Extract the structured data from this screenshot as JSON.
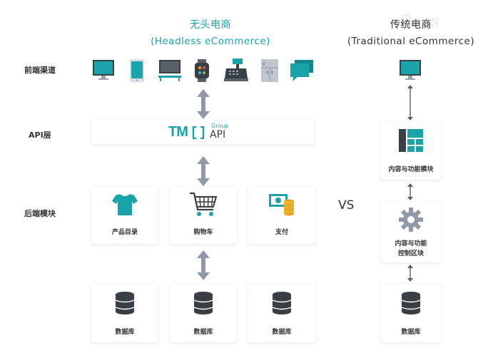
{
  "headers": {
    "headless_cn": "无头电商",
    "headless_en": "(Headless eCommerce)",
    "traditional_cn": "传统电商",
    "traditional_en": "(Traditional eCommerce)",
    "watermark": "Cogs"
  },
  "row_labels": {
    "frontend": "前端渠道",
    "api": "API层",
    "backend": "后端模块"
  },
  "api_logo": {
    "brand": "TM",
    "group": "Group",
    "api": "API"
  },
  "backend_modules": [
    {
      "label": "产品目录",
      "icon": "tshirt-icon"
    },
    {
      "label": "购物车",
      "icon": "shopping-cart-icon"
    },
    {
      "label": "支付",
      "icon": "payment-icon"
    }
  ],
  "databases": [
    {
      "label": "数据库"
    },
    {
      "label": "数据库"
    },
    {
      "label": "数据库"
    }
  ],
  "vs": "VS",
  "traditional": {
    "content_module": "内容与功能模块",
    "control_line1": "内容与功能",
    "control_line2": "控制区块",
    "database": "数据库"
  },
  "frontend_channels": [
    "desktop-monitor-icon",
    "tablet-icon",
    "tv-icon",
    "smartwatch-icon",
    "cash-register-icon",
    "fridge-icon",
    "chat-bubble-icon"
  ],
  "colors": {
    "accent": "#1aa3a8",
    "arrow": "#8f9aa6",
    "dark": "#3a3f45"
  }
}
